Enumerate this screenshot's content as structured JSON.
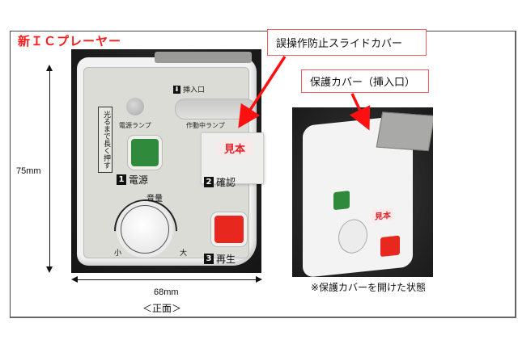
{
  "title": "新ＩＣプレーヤー",
  "callouts": {
    "slide_cover": "誤操作防止スライドカバー",
    "protect_cover": "保護カバー（挿入口）"
  },
  "device": {
    "insert_slot_label": "挿入口",
    "press_long_label": "光るまで長く押す",
    "power_lamp_label": "電源ランプ",
    "operating_lamp_label": "作動中ランプ",
    "sample_label": "見本",
    "buttons": [
      {
        "number": "1",
        "label": "電源",
        "color": "#2f8a3c"
      },
      {
        "number": "2",
        "label": "確認"
      },
      {
        "number": "3",
        "label": "再生",
        "color": "#e8281e"
      }
    ],
    "volume": {
      "label": "音量",
      "min_label": "小",
      "max_label": "大"
    }
  },
  "dimensions": {
    "height": "75mm",
    "width": "68mm"
  },
  "captions": {
    "front": "＜正面＞",
    "side": "※保護カバーを開けた状態"
  },
  "colors": {
    "title": "#ff1a1a",
    "callout_border": "#f06060",
    "arrow": "#ff1010"
  }
}
